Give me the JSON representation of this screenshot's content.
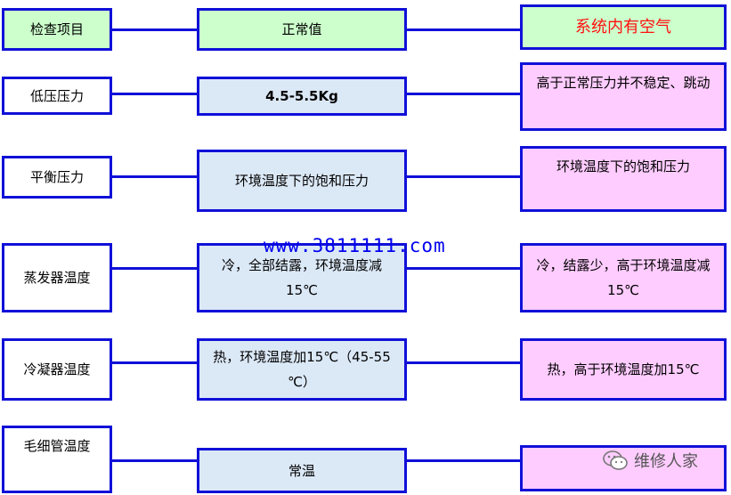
{
  "header": {
    "col1": "检查项目",
    "col2": "正常值",
    "col3": "系统内有空气"
  },
  "rows": [
    {
      "item": "低压压力",
      "normal": "4.5-5.5Kg",
      "air": "高于正常压力并不稳定、跳动"
    },
    {
      "item": "平衡压力",
      "normal": "环境温度下的饱和压力",
      "air": "环境温度下的饱和压力"
    },
    {
      "item": "蒸发器温度",
      "normal": [
        "冷，全部结露，环境温度减",
        "15℃"
      ],
      "air": [
        "冷，结露少，高于环境温度减",
        "15℃"
      ]
    },
    {
      "item": "冷凝器温度",
      "normal": [
        "热，环境温度加15℃（45-55",
        "℃）"
      ],
      "air": "热，高于环境温度加15℃"
    },
    {
      "item": "毛细管温度",
      "normal": "常温",
      "air": ""
    }
  ],
  "watermark": "www.3811111.com",
  "brand": {
    "label": "维修人家",
    "icon": "wechat-icon"
  },
  "colors": {
    "border": "#1010d8",
    "header_green": "#ccffcc",
    "normal_blue": "#dbe8f6",
    "air_pink": "#ffccff",
    "title_red": "#ff1010"
  }
}
